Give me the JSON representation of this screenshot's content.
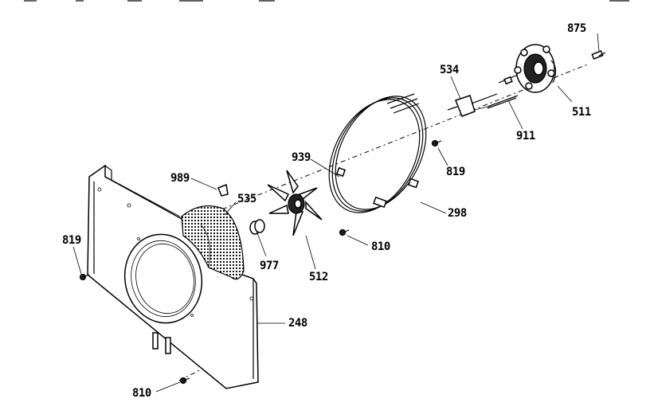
{
  "labels": {
    "p875": "875",
    "p534": "534",
    "p511": "511",
    "p911": "911",
    "p819a": "819",
    "p939": "939",
    "p989": "989",
    "p535": "535",
    "p298": "298",
    "p810a": "810",
    "p819b": "819",
    "p977": "977",
    "p512": "512",
    "p248": "248",
    "p810b": "810"
  }
}
